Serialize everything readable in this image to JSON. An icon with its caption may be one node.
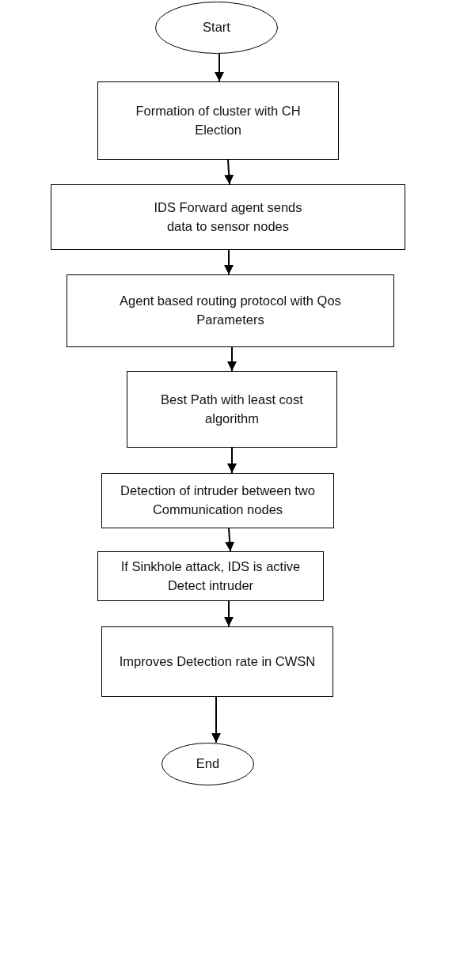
{
  "diagram": {
    "nodes": [
      {
        "text": [
          "Start"
        ]
      },
      {
        "text": [
          "Formation of cluster with CH Election"
        ]
      },
      {
        "text": [
          "IDS Forward agent sends data to sensor nodes"
        ]
      },
      {
        "text": [
          "Agent based routing protocol with Qos Parameters"
        ]
      },
      {
        "text": [
          "Best Path with least cost algorithm"
        ]
      },
      {
        "text": [
          "Detection of intruder between two Communication nodes"
        ]
      },
      {
        "text": [
          "If Sinkhole attack, IDS is active Detect intruder"
        ]
      },
      {
        "text": [
          "Improves Detection rate in CWSN"
        ]
      },
      {
        "text": [
          "End"
        ]
      }
    ],
    "edges": [
      {
        "from": 0,
        "to": 1,
        "arrow": "to"
      },
      {
        "from": 1,
        "to": 2,
        "arrow": "to"
      },
      {
        "from": 2,
        "to": 3,
        "arrow": "to"
      },
      {
        "from": 3,
        "to": 4,
        "arrow": "to"
      },
      {
        "from": 4,
        "to": 5,
        "arrow": "to"
      },
      {
        "from": 5,
        "to": 6,
        "arrow": "to"
      },
      {
        "from": 6,
        "to": 7,
        "arrow": "to"
      },
      {
        "from": 7,
        "to": 8,
        "arrow": "to"
      }
    ]
  }
}
